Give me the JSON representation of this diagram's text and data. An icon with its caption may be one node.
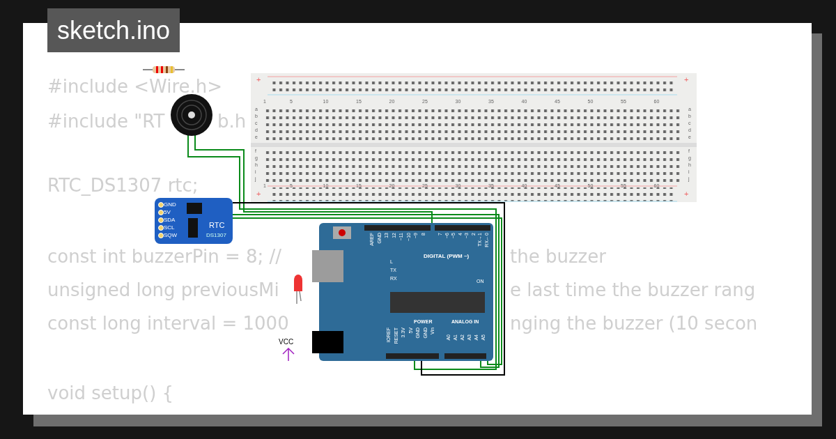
{
  "diagram": {
    "title": "sketch.ino",
    "nodes": [
      {
        "text": [],
        "shape": "picture"
      },
      {
        "text": [],
        "shape": "picture"
      },
      {
        "text": [
          "+",
          "+",
          "1",
          "5",
          "10",
          "15",
          "20",
          "25",
          "30",
          "35",
          "40",
          "45",
          "50",
          "55",
          "60",
          "a",
          "a",
          "b",
          "b",
          "c",
          "c",
          "d",
          "d",
          "e",
          "e",
          "f",
          "f",
          "g",
          "g",
          "h",
          "h",
          "i",
          "i",
          "j",
          "j",
          "1",
          "5",
          "10",
          "15",
          "20",
          "25",
          "30",
          "35",
          "40",
          "45",
          "50",
          "55",
          "60",
          "+",
          "+"
        ]
      },
      {
        "text": [
          "GND",
          "5V",
          "SDA",
          "SCL",
          "SQW",
          "RTC",
          "DS1307"
        ]
      },
      {
        "text": [
          "AREF",
          "GND",
          "13",
          "12",
          "~11",
          "~10",
          "~9",
          "8",
          "7",
          "~6",
          "~5",
          "4",
          "~3",
          "2",
          "TX→1",
          "RX←0",
          "DIGITAL (PWM ~)",
          "L",
          "TX",
          "RX",
          "ON",
          "IOREF",
          "RESET",
          "3.3V",
          "5V",
          "GND",
          "GND",
          "Vin",
          "POWER",
          "A0",
          "A1",
          "A2",
          "A3",
          "A4",
          "A5",
          "ANALOG IN"
        ]
      },
      {
        "text": [],
        "shape": "picture"
      },
      {
        "text": [
          "VCC"
        ]
      }
    ],
    "edges": [
      {
        "from": 1,
        "to": 4,
        "arrow": "none"
      },
      {
        "from": 1,
        "to": 4,
        "arrow": "none"
      },
      {
        "from": 3,
        "to": 4,
        "arrow": "none",
        "color": "#000000"
      },
      {
        "from": 3,
        "to": 4,
        "arrow": "none"
      },
      {
        "from": 3,
        "to": 4,
        "arrow": "none"
      }
    ],
    "labels": [
      "#include <Wire.h>",
      "#include \"RT",
      "b.h",
      "RTC_DS1307 rtc;",
      "const int buzzerPin = 8; //",
      "the buzzer",
      "unsigned long previousMi",
      "e last time the buzzer rang",
      "const long interval = 1000",
      "nging the buzzer (10 secon",
      "void setup() {"
    ]
  }
}
